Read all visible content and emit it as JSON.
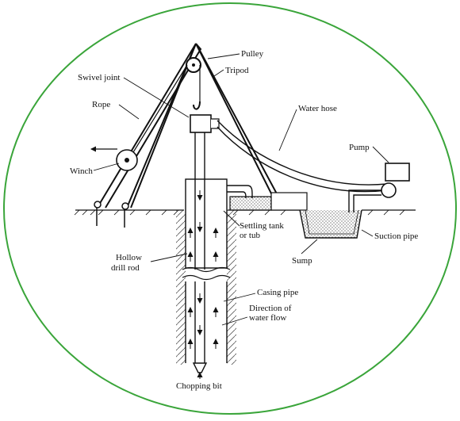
{
  "diagram": {
    "border_color": "#3aa53a",
    "line_color": "#111111",
    "labels": {
      "pulley": "Pulley",
      "tripod": "Tripod",
      "swivel_joint": "Swivel joint",
      "rope": "Rope",
      "water_hose": "Water hose",
      "pump": "Pump",
      "winch": "Winch",
      "settling_tank_1": "Settling tank",
      "settling_tank_2": "or tub",
      "suction_pipe": "Suction pipe",
      "hollow_drill_rod_1": "Hollow",
      "hollow_drill_rod_2": "drill rod",
      "sump": "Sump",
      "casing_pipe": "Casing pipe",
      "direction_1": "Direction of",
      "direction_2": "water flow",
      "chopping_bit": "Chopping bit"
    }
  }
}
